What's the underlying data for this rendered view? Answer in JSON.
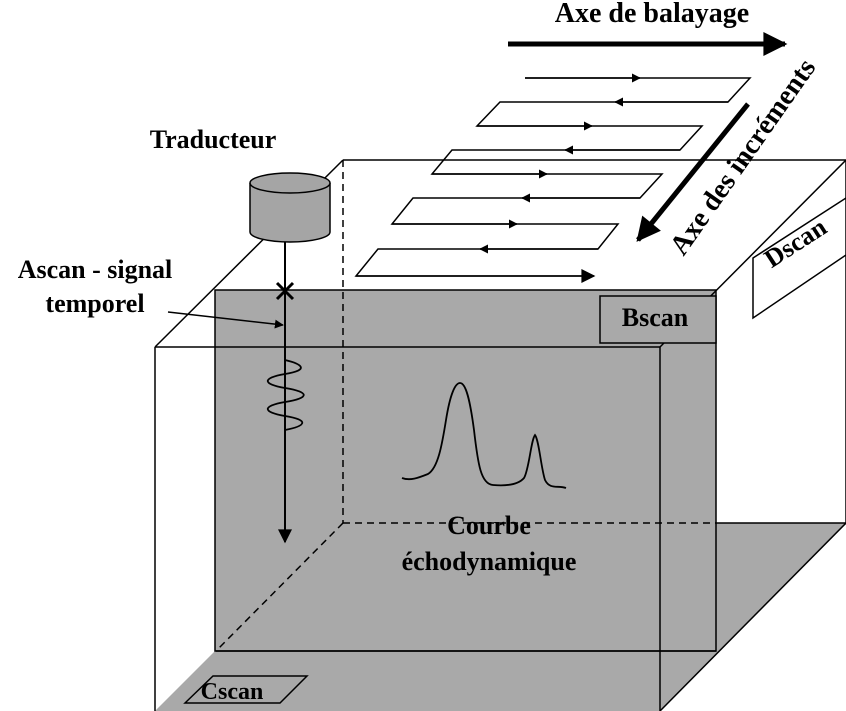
{
  "labels": {
    "scan_axis": "Axe de balayage",
    "increment_axis": "Axe des incréments",
    "transducer": "Traducteur",
    "ascan_line1": "Ascan - signal",
    "ascan_line2": "temporel",
    "bscan": "Bscan",
    "dscan": "Dscan",
    "cscan": "Cscan",
    "echo_line1": "Courbe",
    "echo_line2": "échodynamique"
  },
  "colors": {
    "shaded_face": "#a9a9a9",
    "transducer_fill": "#a5a5a5",
    "line": "#000000",
    "background": "#ffffff"
  }
}
